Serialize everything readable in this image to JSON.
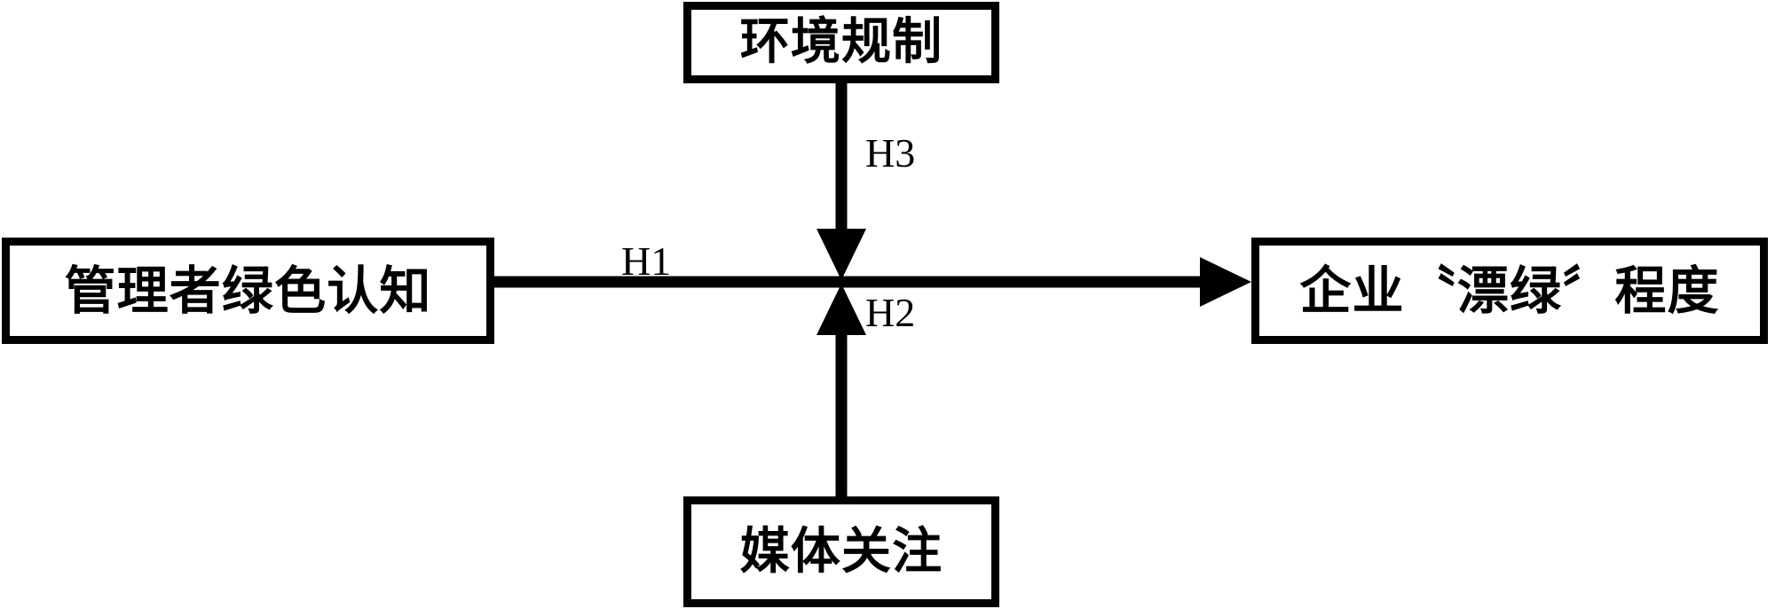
{
  "diagram": {
    "title": "",
    "type": "conceptual-research-model",
    "background_color": "#ffffff",
    "line_color": "#000000",
    "nodes": [
      {
        "id": "environmental-regulation",
        "label": "环境规制",
        "position": "top"
      },
      {
        "id": "manager-green-cognition",
        "label": "管理者绿色认知",
        "position": "left"
      },
      {
        "id": "corporate-greenwashing-degree",
        "label": "企业〝漂绿〞程度",
        "position": "right"
      },
      {
        "id": "media-attention",
        "label": "媒体关注",
        "position": "bottom"
      }
    ],
    "edges": [
      {
        "id": "h1",
        "label": "H1",
        "from": "manager-green-cognition",
        "to": "corporate-greenwashing-degree",
        "direction": "left-to-right",
        "arrowhead": "end"
      },
      {
        "id": "h3",
        "label": "H3",
        "from": "environmental-regulation",
        "to": "h1-path-midpoint",
        "direction": "top-to-bottom",
        "arrowhead": "end",
        "role": "moderator"
      },
      {
        "id": "h2",
        "label": "H2",
        "from": "media-attention",
        "to": "h1-path-midpoint",
        "direction": "bottom-to-top",
        "arrowhead": "end",
        "role": "moderator"
      }
    ]
  }
}
